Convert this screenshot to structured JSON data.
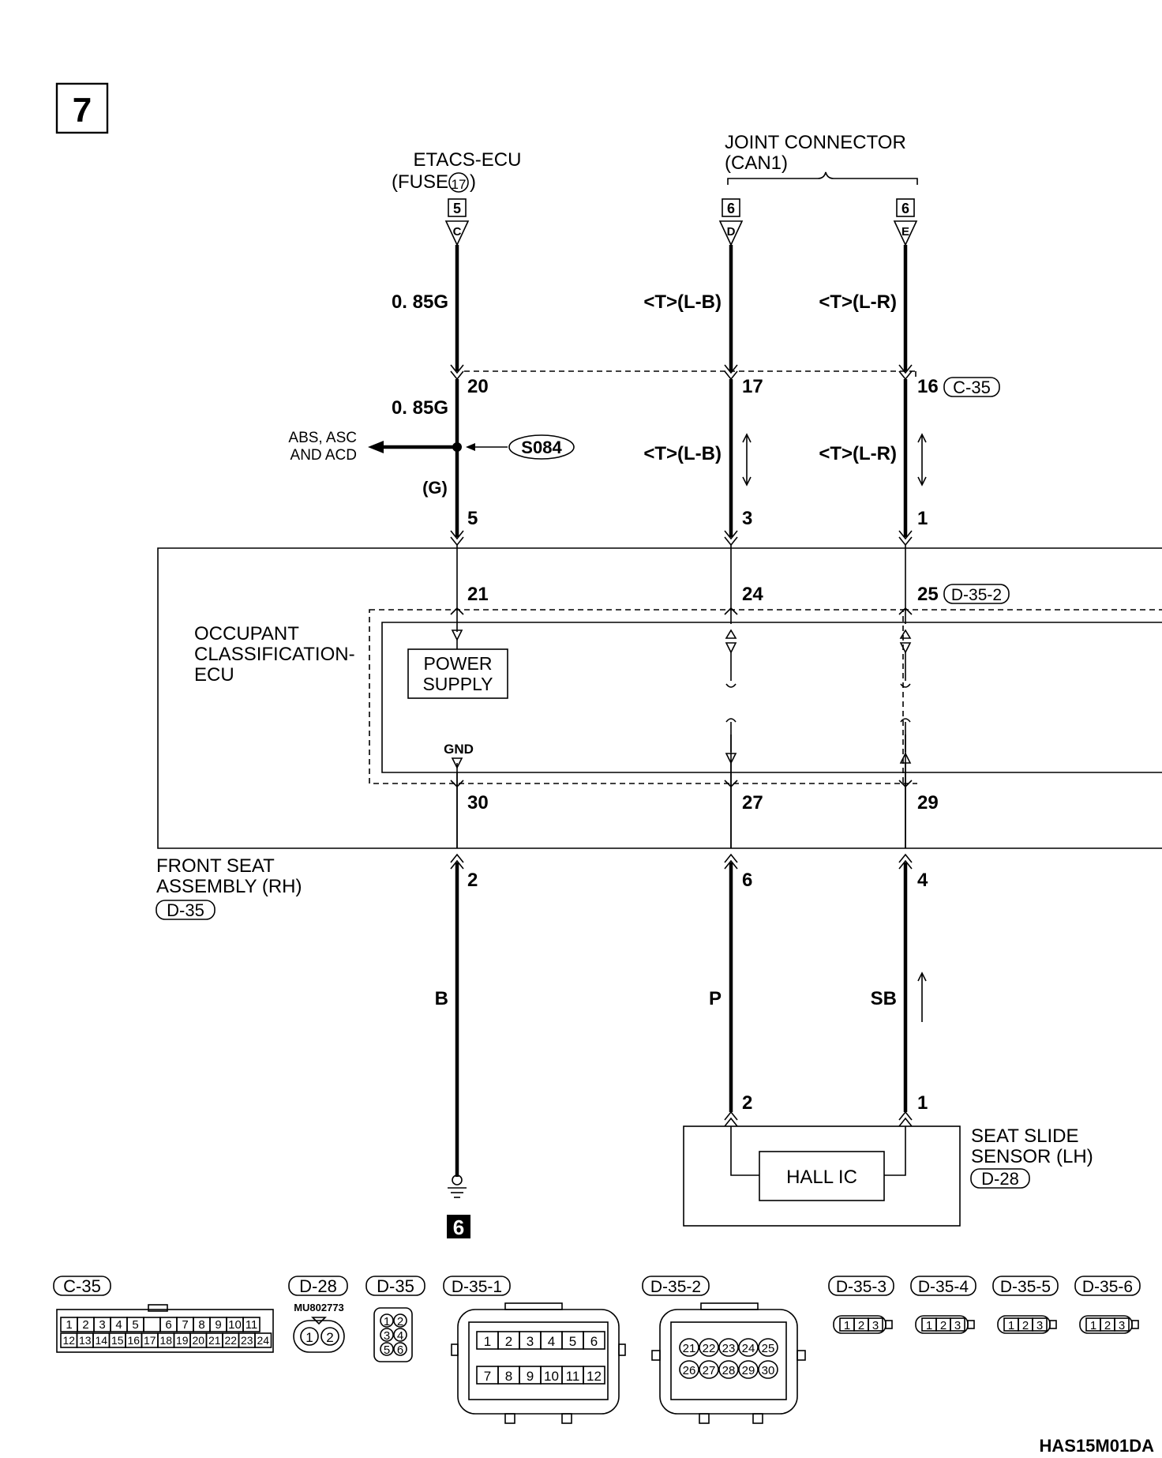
{
  "page_number": "7",
  "top_left_connector": {
    "name": "ETACS-ECU",
    "sub": "(FUSE",
    "fuse_number": "17",
    "sub_close": ")",
    "box_number": "5",
    "terminal": "C"
  },
  "joint_connector": {
    "title": "JOINT CONNECTOR",
    "subtitle": "(CAN1)",
    "left": {
      "box_number": "6",
      "terminal": "D"
    },
    "right": {
      "box_number": "6",
      "terminal": "E"
    }
  },
  "upper_wires": {
    "power_gauge": "0. 85G",
    "can_low": "<T>(L-B)",
    "can_high": "<T>(L-R)"
  },
  "connector_c35": {
    "label": "C-35",
    "pin_power": "20",
    "pin_can_low": "17",
    "pin_can_high": "16"
  },
  "middle_wires": {
    "power_gauge": "0. 85G",
    "branch_label_line1": "ABS, ASC",
    "branch_label_line2": "AND ACD",
    "splice": "S084",
    "color_g": "(G)",
    "can_low": "<T>(L-B)",
    "can_high": "<T>(L-R)",
    "pin_power": "5",
    "pin_can_low": "3",
    "pin_can_high": "1"
  },
  "front_seat": {
    "label_line1": "FRONT SEAT",
    "label_line2": "ASSEMBLY (RH)",
    "connector": "D-35",
    "ecu_line1": "OCCUPANT",
    "ecu_line2": "CLASSIFICATION-",
    "ecu_line3": "ECU",
    "power_supply_line1": "POWER",
    "power_supply_line2": "SUPPLY",
    "gnd": "GND",
    "pin_21": "21",
    "pin_24": "24",
    "pin_25": "25",
    "connector_d352": "D-35-2",
    "pin_30": "30",
    "pin_27": "27",
    "pin_29": "29"
  },
  "lower_wires": {
    "pin_2": "2",
    "pin_6": "6",
    "pin_4": "4",
    "color_b": "B",
    "color_p": "P",
    "color_sb": "SB",
    "ground_number": "6"
  },
  "seat_slide_sensor": {
    "label_line1": "SEAT SLIDE",
    "label_line2": "SENSOR (LH)",
    "connector": "D-28",
    "ic": "HALL IC",
    "pin_2": "2",
    "pin_1": "1"
  },
  "connector_faces": {
    "c35": {
      "label": "C-35",
      "row1": [
        "1",
        "2",
        "3",
        "4",
        "5",
        "",
        "6",
        "7",
        "8",
        "9",
        "10",
        "11"
      ],
      "row2": [
        "12",
        "13",
        "14",
        "15",
        "16",
        "17",
        "18",
        "19",
        "20",
        "21",
        "22",
        "23",
        "24"
      ]
    },
    "d28": {
      "label": "D-28",
      "part_number": "MU802773",
      "pins": [
        "1",
        "2"
      ]
    },
    "d35": {
      "label": "D-35",
      "pins": [
        "1",
        "2",
        "3",
        "4",
        "5",
        "6"
      ]
    },
    "d351": {
      "label": "D-35-1",
      "row1": [
        "1",
        "2",
        "3",
        "4",
        "5",
        "6"
      ],
      "row2": [
        "7",
        "8",
        "9",
        "10",
        "11",
        "12"
      ]
    },
    "d352": {
      "label": "D-35-2",
      "row1": [
        "21",
        "22",
        "23",
        "24",
        "25"
      ],
      "row2": [
        "26",
        "27",
        "28",
        "29",
        "30"
      ]
    },
    "d353": {
      "label": "D-35-3",
      "pins": [
        "1",
        "2",
        "3"
      ]
    },
    "d354": {
      "label": "D-35-4",
      "pins": [
        "1",
        "2",
        "3"
      ]
    },
    "d355": {
      "label": "D-35-5",
      "pins": [
        "1",
        "2",
        "3"
      ]
    },
    "d356": {
      "label": "D-35-6",
      "pins": [
        "1",
        "2",
        "3"
      ]
    }
  },
  "diagram_code": "HAS15M01DA"
}
